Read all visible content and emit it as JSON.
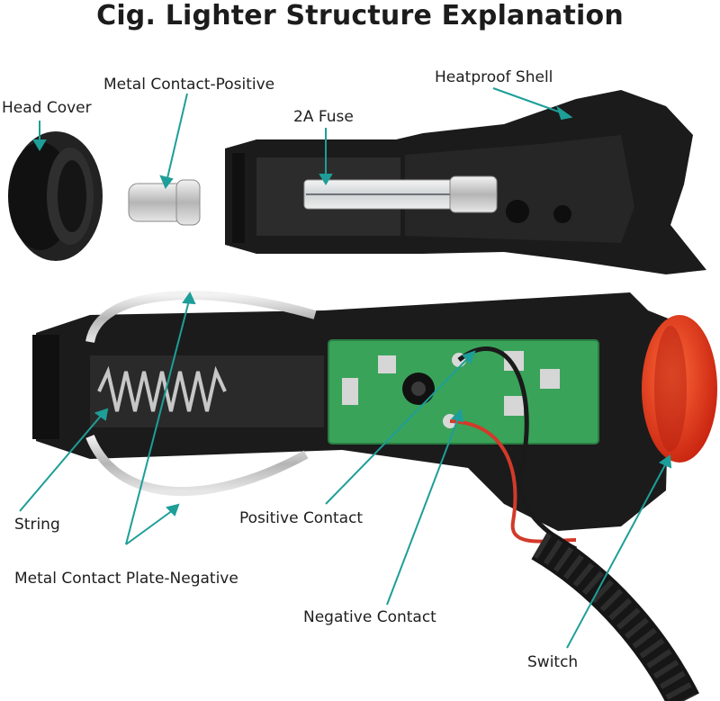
{
  "title": "Cig. Lighter Structure Explanation",
  "labels": {
    "head_cover": "Head Cover",
    "metal_contact_positive": "Metal Contact-Positive",
    "fuse": "2A Fuse",
    "heatproof_shell": "Heatproof Shell",
    "string": "String",
    "positive_contact": "Positive Contact",
    "metal_contact_plate_negative": "Metal Contact Plate-Negative",
    "negative_contact": "Negative Contact",
    "switch": "Switch"
  },
  "colors": {
    "leader": "#1e9e98",
    "plastic": "#1b1b1b",
    "plastic_edge": "#3a3a3a",
    "pcb": "#3aa35a",
    "switch": "#e8321c",
    "metal": "#c9c9c9"
  }
}
